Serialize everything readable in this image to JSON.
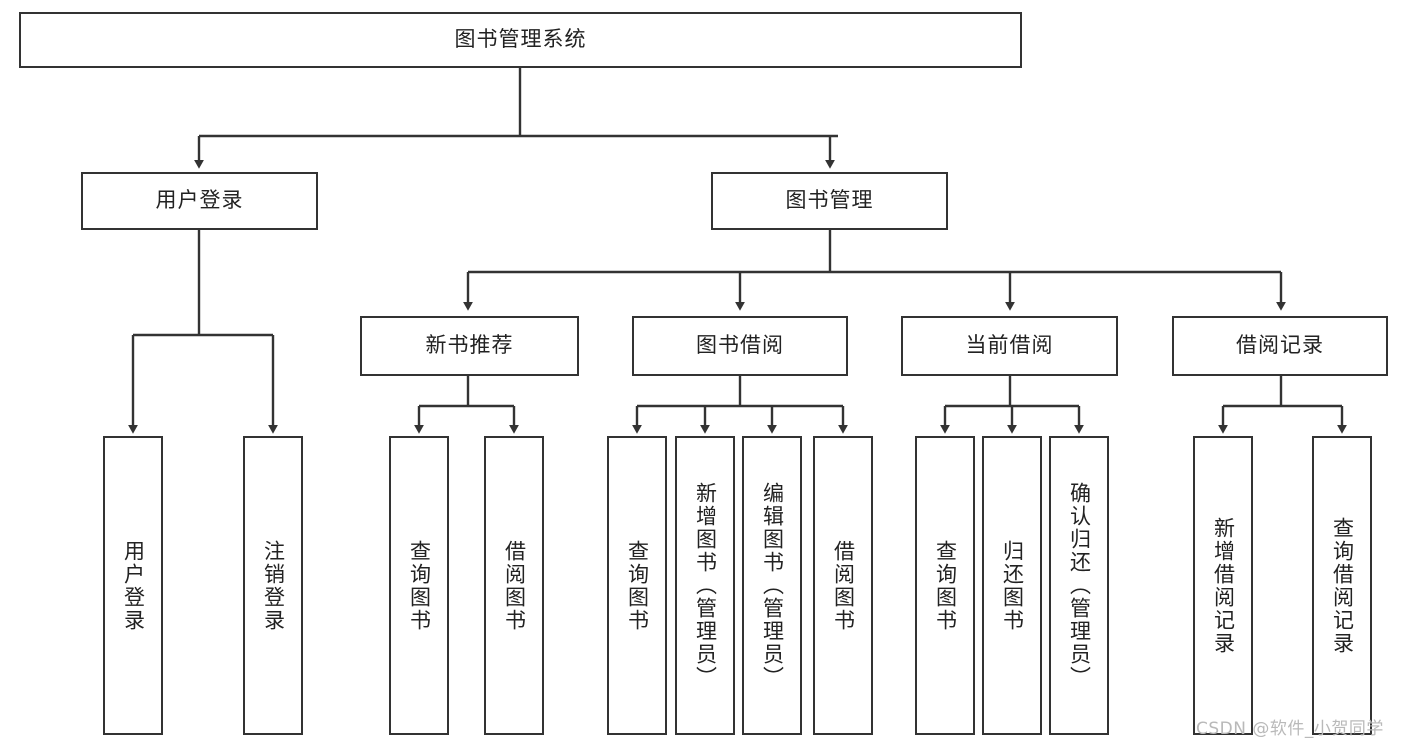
{
  "diagram": {
    "title": "图书管理系统",
    "type": "tree-hierarchy-diagram",
    "root": {
      "label": "图书管理系统"
    },
    "level2": [
      {
        "label": "用户登录"
      },
      {
        "label": "图书管理"
      }
    ],
    "level3": [
      {
        "label": "新书推荐"
      },
      {
        "label": "图书借阅"
      },
      {
        "label": "当前借阅"
      },
      {
        "label": "借阅记录"
      }
    ],
    "leaves": {
      "user_login": [
        {
          "label": "用户登录"
        },
        {
          "label": "注销登录"
        }
      ],
      "new_book_recommend": [
        {
          "label": "查询图书"
        },
        {
          "label": "借阅图书"
        }
      ],
      "book_borrow": [
        {
          "label": "查询图书"
        },
        {
          "label": "新增图书（管理员）"
        },
        {
          "label": "编辑图书（管理员）"
        },
        {
          "label": "借阅图书"
        }
      ],
      "current_borrow": [
        {
          "label": "查询图书"
        },
        {
          "label": "归还图书"
        },
        {
          "label": "确认归还（管理员）"
        }
      ],
      "borrow_record": [
        {
          "label": "新增借阅记录"
        },
        {
          "label": "查询借阅记录"
        }
      ]
    }
  },
  "watermark": {
    "text": "CSDN @软件_小贺同学"
  },
  "colors": {
    "border": "#333333",
    "fill": "#ffffff",
    "text": "#222222",
    "watermark": "#b9b9b9"
  }
}
